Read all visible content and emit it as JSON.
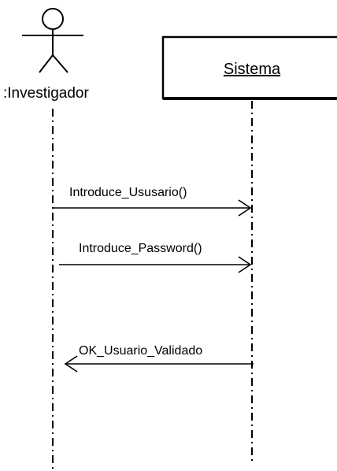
{
  "actor": {
    "label": ":Investigador"
  },
  "object": {
    "label": "Sistema"
  },
  "messages": [
    {
      "label": "Introduce_Ususario()",
      "direction": "to-object"
    },
    {
      "label": "Introduce_Password()",
      "direction": "to-object"
    },
    {
      "label": "OK_Usuario_Validado",
      "direction": "to-actor"
    }
  ]
}
